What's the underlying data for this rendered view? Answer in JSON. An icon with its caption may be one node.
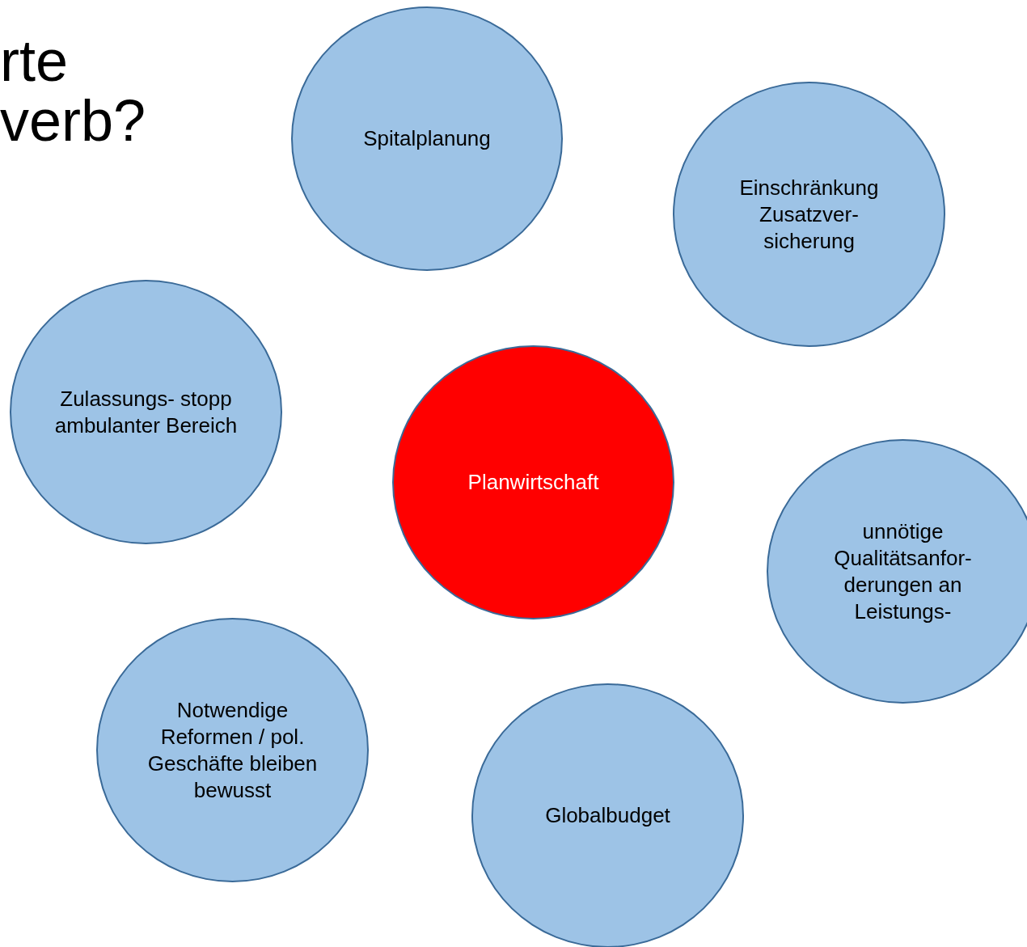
{
  "diagram": {
    "title": "rte verb?",
    "nodes": [
      {
        "text": [
          "Spitalplanung"
        ]
      },
      {
        "text": [
          "Einschränkung Zusatzver- sicherung"
        ]
      },
      {
        "text": [
          "Zulassungs- stopp ambulanter Bereich"
        ]
      },
      {
        "text": [
          "Planwirtschaft"
        ]
      },
      {
        "text": [
          "unnötige Qualitätsanfor- derungen an Leistungs-"
        ]
      },
      {
        "text": [
          "Notwendige Reformen / pol. Geschäfte bleiben bewusst"
        ]
      },
      {
        "text": [
          "Globalbudget"
        ]
      }
    ]
  }
}
